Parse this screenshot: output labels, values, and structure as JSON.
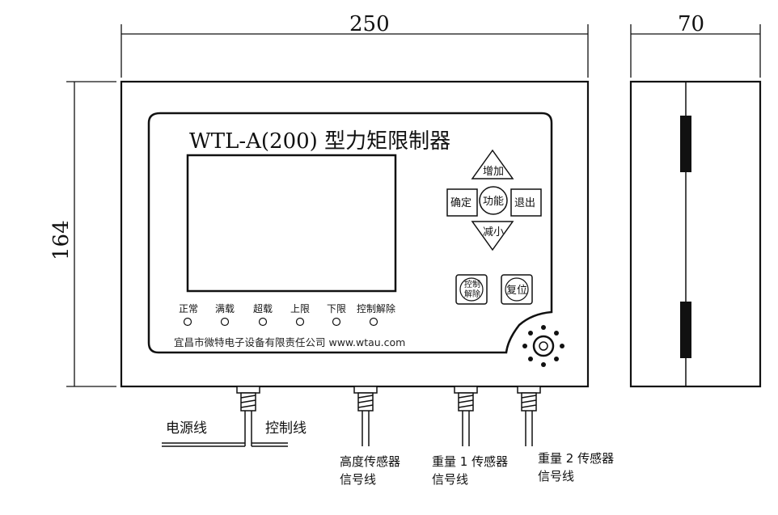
{
  "dimensions": {
    "width": "250",
    "depth": "70",
    "height": "164"
  },
  "panel": {
    "title": "WTL-A(200) 型力矩限制器",
    "company": "宜昌市微特电子设备有限责任公司 www.wtau.com"
  },
  "buttons": {
    "increase": "增加",
    "decrease": "减小",
    "confirm": "确定",
    "exit": "退出",
    "function": "功能",
    "control_release": [
      "控制",
      "解除"
    ],
    "reset": "复位"
  },
  "indicators": [
    "正常",
    "满载",
    "超载",
    "上限",
    "下限",
    "控制解除"
  ],
  "cables": {
    "power": "电源线",
    "control": "控制线"
  },
  "wires": [
    {
      "line1": "高度传感器",
      "line2": "信号线"
    },
    {
      "line1": "重量 1 传感器",
      "line2": "信号线"
    },
    {
      "line1": "重量 2 传感器",
      "line2": "信号线"
    }
  ]
}
